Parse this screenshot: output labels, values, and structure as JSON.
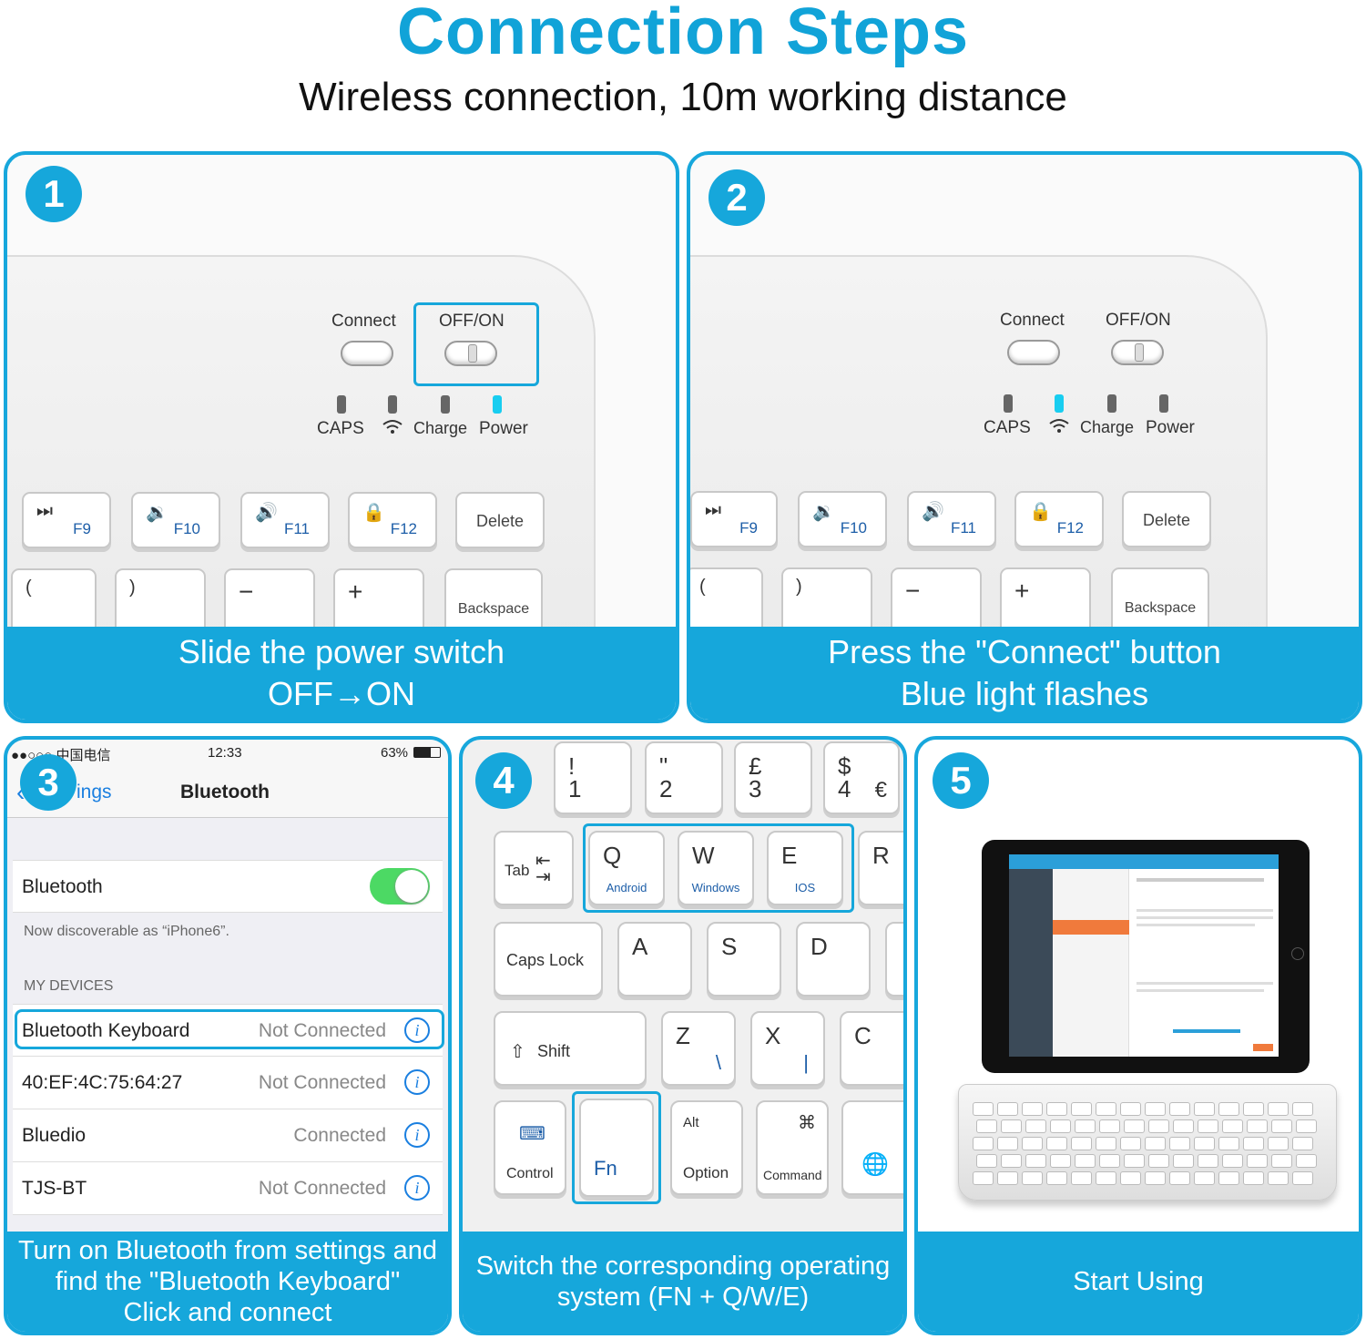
{
  "header": {
    "title": "Connection Steps",
    "subtitle": "Wireless connection, 10m working distance"
  },
  "step1": {
    "number": "1",
    "connect_label": "Connect",
    "power_label": "OFF/ON",
    "indicators": [
      "CAPS",
      "Charge",
      "Power"
    ],
    "keys": {
      "f9": "F9",
      "f10": "F10",
      "f11": "F11",
      "f12": "F12",
      "delete": "Delete",
      "backspace": "Backspace",
      "lparen": "(",
      "rparen": ")",
      "minus": "−",
      "plus": "+"
    },
    "caption_line1": "Slide the power switch",
    "caption_line2": "OFF→ON"
  },
  "step2": {
    "number": "2",
    "connect_label": "Connect",
    "power_label": "OFF/ON",
    "indicators": [
      "CAPS",
      "Charge",
      "Power"
    ],
    "keys": {
      "f9": "F9",
      "f10": "F10",
      "f11": "F11",
      "f12": "F12",
      "delete": "Delete",
      "backspace": "Backspace",
      "lparen": "(",
      "rparen": ")",
      "minus": "−",
      "plus": "+"
    },
    "caption_line1": "Press the \"Connect\" button",
    "caption_line2": "Blue light flashes"
  },
  "step3": {
    "number": "3",
    "carrier": "●●○○○ 中国电信",
    "time": "12:33",
    "battery": "63%",
    "back_label": "ings",
    "nav_title": "Bluetooth",
    "bluetooth_label": "Bluetooth",
    "discoverable": "Now discoverable as “iPhone6”.",
    "section": "MY DEVICES",
    "devices": [
      {
        "name": "Bluetooth Keyboard",
        "status": "Not Connected"
      },
      {
        "name": "40:EF:4C:75:64:27",
        "status": "Not Connected"
      },
      {
        "name": "Bluedio",
        "status": "Connected"
      },
      {
        "name": "TJS-BT",
        "status": "Not Connected"
      }
    ],
    "info_glyph": "i",
    "caption_line1": "Turn on Bluetooth from settings and",
    "caption_line2": "find the \"Bluetooth Keyboard\"",
    "caption_line3": "Click and connect"
  },
  "step4": {
    "number": "4",
    "keys": {
      "excl": "!",
      "one": "1",
      "quote": "\"",
      "two": "2",
      "pound": "£",
      "three": "3",
      "dollar": "$",
      "four": "4",
      "euro": "€",
      "tab": "Tab",
      "q": "Q",
      "android": "Android",
      "w": "W",
      "windows": "Windows",
      "e": "E",
      "ios": "IOS",
      "r": "R",
      "caps": "Caps Lock",
      "a": "A",
      "s": "S",
      "d": "D",
      "shift": "Shift",
      "z": "Z",
      "bslash": "\\",
      "x": "X",
      "pipe": "|",
      "c": "C",
      "control": "Control",
      "fn": "Fn",
      "alt": "Alt",
      "option": "Option",
      "cmd_glyph": "⌘",
      "command": "Command"
    },
    "caption_line1": "Switch the corresponding operating",
    "caption_line2": "system (FN + Q/W/E)"
  },
  "step5": {
    "number": "5",
    "caption": "Start Using"
  }
}
